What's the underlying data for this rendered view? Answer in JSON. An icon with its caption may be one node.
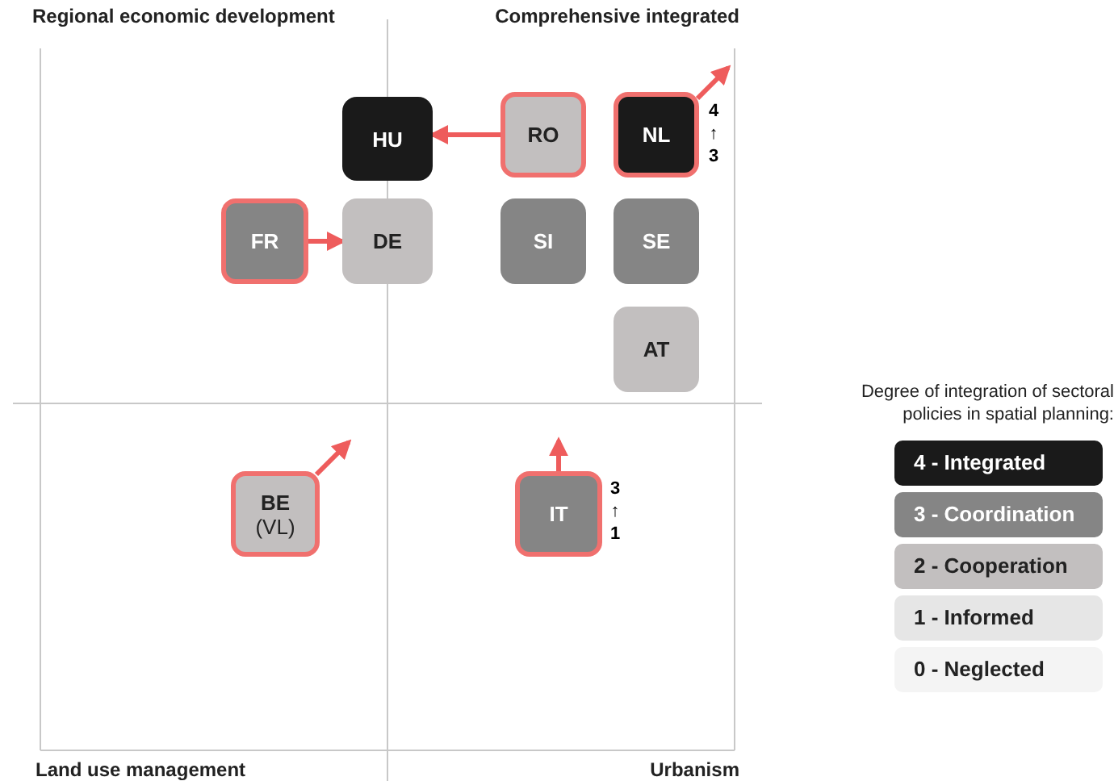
{
  "diagram": {
    "nodes": [
      {
        "text": [
          "HU"
        ]
      },
      {
        "text": [
          "RO"
        ]
      },
      {
        "text": [
          "NL"
        ],
        "beside": [
          "4 ↑ 3"
        ]
      },
      {
        "text": [
          "FR"
        ]
      },
      {
        "text": [
          "DE"
        ]
      },
      {
        "text": [
          "SI"
        ]
      },
      {
        "text": [
          "SE"
        ]
      },
      {
        "text": [
          "AT"
        ]
      },
      {
        "text": [
          "BE",
          "(VL)"
        ]
      },
      {
        "text": [
          "IT"
        ],
        "beside": [
          "3 ↑ 1"
        ]
      }
    ],
    "edges": [
      {
        "from": 1,
        "to": 0,
        "arrow": "to"
      },
      {
        "from": 2,
        "to": null,
        "arrow": "to"
      },
      {
        "from": 3,
        "to": 4,
        "arrow": "to"
      },
      {
        "from": 8,
        "to": null,
        "arrow": "to"
      },
      {
        "from": 9,
        "to": null,
        "arrow": "to"
      }
    ],
    "labels": [
      "Regional economic development",
      "Comprehensive integrated",
      "Degree of integration of sectoral policies in spatial planning:",
      "Land use management",
      "Urbanism"
    ],
    "legend": [
      {
        "text": "4 - Integrated",
        "color": "#1a1a1a"
      },
      {
        "text": "3 - Coordination",
        "color": "#858585"
      },
      {
        "text": "2 - Cooperation",
        "color": "#c2bfbf"
      },
      {
        "text": "1 - Informed",
        "color": "#e6e6e6"
      },
      {
        "text": "0 - Neglected",
        "color": "#f4f4f4"
      }
    ]
  }
}
